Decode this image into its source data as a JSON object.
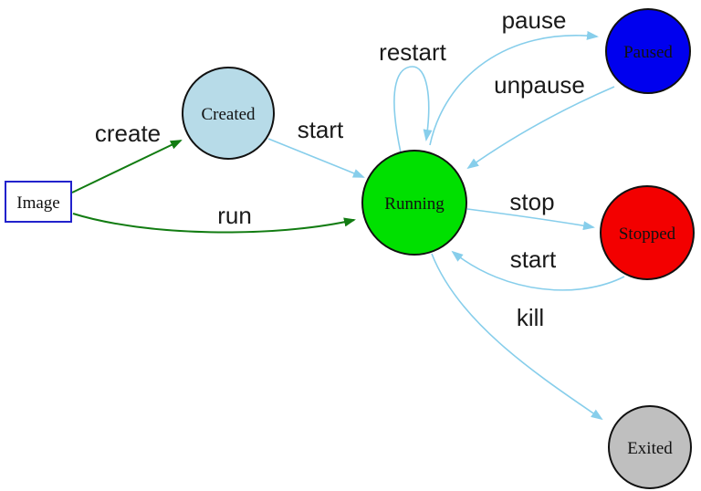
{
  "diagram": {
    "title": "container-lifecycle-state-diagram",
    "background": "#ffffff",
    "edge_colors": {
      "action": "#87ceeb",
      "creation": "#127c12"
    },
    "nodes": {
      "image": {
        "label": "Image",
        "fill": "#ffffff",
        "border": "#2222cc",
        "shape": "rect"
      },
      "created": {
        "label": "Created",
        "fill": "#b7dbe8",
        "shape": "circle"
      },
      "running": {
        "label": "Running",
        "fill": "#00e000",
        "shape": "circle"
      },
      "paused": {
        "label": "Paused",
        "fill": "#0000ee",
        "shape": "circle"
      },
      "stopped": {
        "label": "Stopped",
        "fill": "#f30000",
        "shape": "circle"
      },
      "exited": {
        "label": "Exited",
        "fill": "#bfbfbf",
        "shape": "circle"
      }
    },
    "edges": {
      "create": {
        "label": "create",
        "from": "image",
        "to": "created",
        "color": "#127c12"
      },
      "run": {
        "label": "run",
        "from": "image",
        "to": "running",
        "color": "#127c12"
      },
      "start_created": {
        "label": "start",
        "from": "created",
        "to": "running",
        "color": "#87ceeb"
      },
      "restart": {
        "label": "restart",
        "from": "running",
        "to": "running",
        "color": "#87ceeb"
      },
      "pause": {
        "label": "pause",
        "from": "running",
        "to": "paused",
        "color": "#87ceeb"
      },
      "unpause": {
        "label": "unpause",
        "from": "paused",
        "to": "running",
        "color": "#87ceeb"
      },
      "stop": {
        "label": "stop",
        "from": "running",
        "to": "stopped",
        "color": "#87ceeb"
      },
      "start_stopped": {
        "label": "start",
        "from": "stopped",
        "to": "running",
        "color": "#87ceeb"
      },
      "kill": {
        "label": "kill",
        "from": "running",
        "to": "exited",
        "color": "#87ceeb"
      }
    }
  }
}
